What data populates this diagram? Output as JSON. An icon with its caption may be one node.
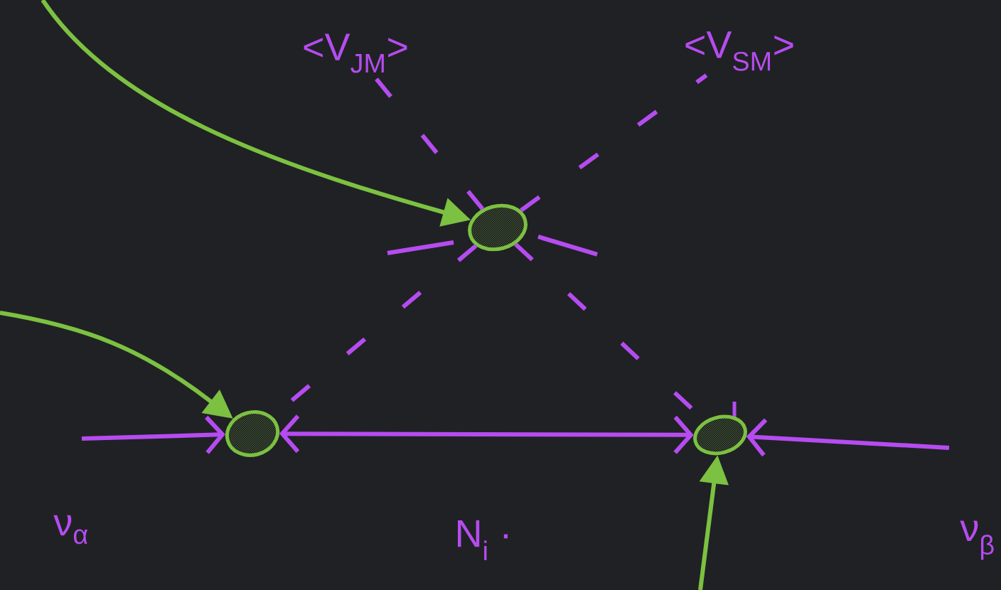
{
  "diagram": {
    "nodes": [
      {
        "text": [
          "<V$_{JM}$>"
        ]
      },
      {
        "text": [
          "<V$_{SM}$>"
        ]
      },
      {
        "text": [],
        "shape": "circle"
      },
      {
        "text": [],
        "shape": "circle"
      },
      {
        "text": [],
        "shape": "circle"
      }
    ],
    "edges": [
      {
        "from": null,
        "to": 2,
        "arrow": "to",
        "color": "#7cc142"
      },
      {
        "from": null,
        "to": 3,
        "arrow": "to",
        "color": "#7cc142"
      },
      {
        "from": null,
        "to": 4,
        "arrow": "to",
        "color": "#7cc142"
      },
      {
        "from": null,
        "to": 3,
        "arrow": "to"
      },
      {
        "from": 3,
        "to": 4,
        "arrow": "both"
      },
      {
        "from": null,
        "to": 4,
        "arrow": "to"
      },
      {
        "from": 2,
        "to": 0,
        "arrow": "none",
        "style": "dashed"
      },
      {
        "from": 2,
        "to": 1,
        "arrow": "none",
        "style": "dashed"
      },
      {
        "from": 2,
        "to": 3,
        "arrow": "none",
        "style": "dashed"
      },
      {
        "from": 2,
        "to": 4,
        "arrow": "none",
        "style": "dashed"
      }
    ],
    "labels": [
      "ν$_{α}$",
      "N$_{i}$ ·",
      "ν$_{β}$"
    ]
  }
}
